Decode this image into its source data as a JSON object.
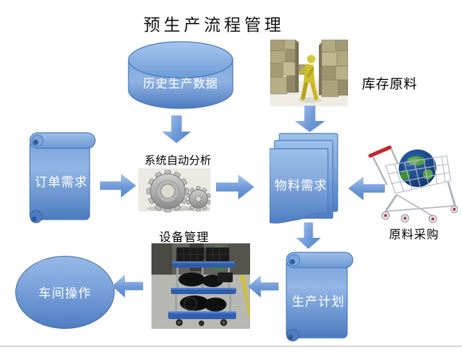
{
  "title": "预生产流程管理",
  "nodes": {
    "history_db": {
      "label": "历史生产数据",
      "shape": "cylinder"
    },
    "inventory": {
      "label": "库存原料",
      "shape": "photo-with-label"
    },
    "order_demand": {
      "label": "订单需求",
      "shape": "vertical-scroll"
    },
    "auto_analysis": {
      "label": "系统自动分析",
      "shape": "gears-with-label"
    },
    "material_demand": {
      "label": "物料需求",
      "shape": "multi-document"
    },
    "procurement": {
      "label": "原料采购",
      "shape": "photo-with-label"
    },
    "equipment": {
      "label": "设备管理",
      "shape": "photo-with-label"
    },
    "production_plan": {
      "label": "生产计划",
      "shape": "vertical-scroll"
    },
    "workshop": {
      "label": "车间操作",
      "shape": "ellipse"
    }
  },
  "flow": [
    "历史生产数据 → 系统自动分析",
    "订单需求 → 系统自动分析",
    "系统自动分析 → 物料需求",
    "库存原料 → 物料需求",
    "原料采购 → 物料需求",
    "物料需求 → 生产计划",
    "生产计划 → 设备管理",
    "设备管理 → 车间操作"
  ],
  "colors": {
    "shape_fill_light": "#9ec0ea",
    "shape_fill_dark": "#4c7cc0",
    "shape_border": "#4a79be",
    "arrow_light": "#a9c7ee",
    "arrow_dark": "#5585cb",
    "shape_text": "#ffffff",
    "label_text": "#000000",
    "background": "#ffffff"
  }
}
